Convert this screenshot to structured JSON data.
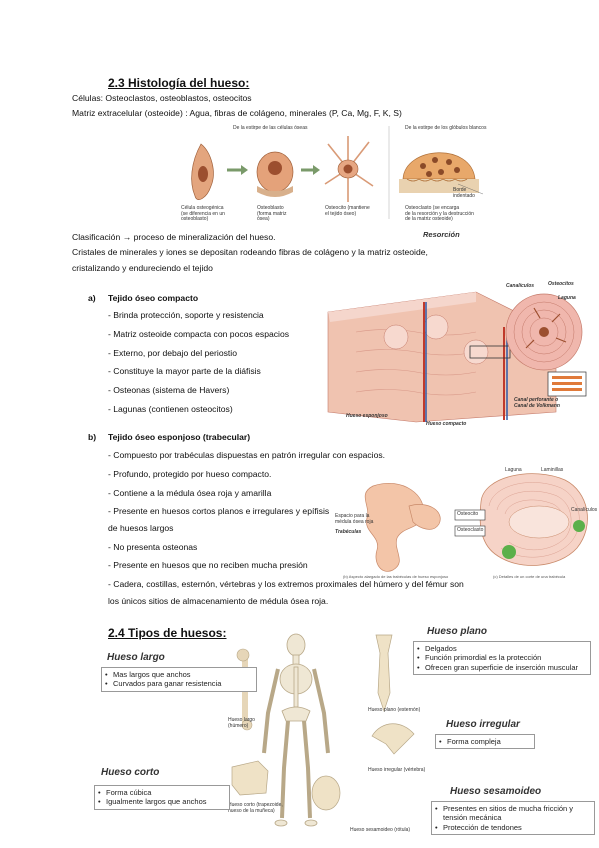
{
  "section_23": {
    "title": "2.3 Histología del hueso:",
    "celulas": "Células: Osteoclastos, osteoblastos, osteocitos",
    "matriz": "Matriz extracelular (osteoide) : Agua, fibras de colágeno, minerales (P, Ca, Mg, F, K, S)",
    "figure_cells": {
      "header_left": "De la estirpe de las células óseas",
      "header_right": "De la estirpe de los glóbulos blancos",
      "cell1": "Célula osteogénica\n(se diferencia en un\nosteoblasto)",
      "cell2": "Osteoblasto\n(forma matriz\nósea)",
      "cell3": "Osteocito (mantiene\nel tejido óseo)",
      "cell4": "Osteoclasto (se encarga\nde la resorción y la destrucción\nde la matriz osteoide)",
      "borde": "Borde\nindentado",
      "resorcion": "Resorción"
    },
    "clasificacion": "Clasificación → proceso de mineralización del hueso.",
    "cristales_1": "Cristales de minerales y iones se depositan rodeando fibras de colágeno y la matriz osteoide,",
    "cristales_2": "cristalizando y endureciendo el tejido"
  },
  "compacto": {
    "heading_marker": "a)",
    "heading": "Tejido óseo compacto",
    "items": [
      "- Brinda protección, soporte y  resistencia",
      "- Matriz osteoide compacta con  pocos espacios",
      "- Externo, por debajo del periostio",
      "- Constituye la mayor parte de la  diáfisis",
      "- Osteonas (sistema de Havers)",
      "- Lagunas (contienen osteocitos)"
    ],
    "fig_labels": {
      "canaliculos": "Canalículos",
      "osteocitos": "Osteocitos",
      "laguna": "Laguna",
      "hueso_esponjoso": "Hueso esponjoso",
      "hueso_compacto": "Hueso compacto",
      "canal": "Canal perforante o\nCanal de Volkmann"
    }
  },
  "esponjoso": {
    "heading_marker": "b)",
    "heading": "Tejido óseo esponjoso (trabecular)",
    "items": [
      "- Compuesto por trabéculas dispuestas en patrón irregular con espacios.",
      "- Profundo, protegido por hueso compacto.",
      "- Contiene a la médula ósea roja y amarilla",
      "- Presente en huesos cortos planos e irregulares y epífisis",
      "de huesos largos",
      "- No presenta osteonas",
      "- Presente en huesos que no reciben mucha presión",
      "- Cadera, costillas, esternón, vértebras y los extremos proximales del húmero y del fémur son",
      "los únicos sitios de almacenamiento de médula ósea roja."
    ],
    "fig_labels": {
      "laguna": "Laguna",
      "laminillas": "Laminillas",
      "canaliculos": "Canalículos",
      "osteocito": "Osteocito",
      "osteoclasto": "Osteoclasto",
      "trabeculas": "Trabéculas",
      "espacio": "Espacio para la\nmédula ósea roja",
      "caption_a": "(b) Aspecto alargado de las trabéculas de hueso esponjoso",
      "caption_b": "(c) Detalles de un corte de una trabécula"
    }
  },
  "section_24": {
    "title": "2.4 Tipos de huesos:",
    "largo": {
      "title": "Hueso largo",
      "items": [
        "Mas largos que anchos",
        "Curvados para ganar resistencia"
      ],
      "fig": "Hueso largo\n(húmero)"
    },
    "plano": {
      "title": "Hueso plano",
      "items": [
        "Delgados",
        "Función primordial es la protección",
        "Ofrecen gran superficie de inserción muscular"
      ],
      "fig": "Hueso plano (esternón)"
    },
    "irregular": {
      "title": "Hueso irregular",
      "items": [
        "Forma compleja"
      ],
      "fig": "Hueso irregular (vértebra)"
    },
    "corto": {
      "title": "Hueso corto",
      "items": [
        "Forma cúbica",
        "Igualmente largos que anchos"
      ],
      "fig": "Hueso corto (trapezoide,\nhueso de la muñeca)"
    },
    "sesamoideo": {
      "title": "Hueso sesamoideo",
      "items": [
        "Presentes en sitios de mucha fricción y tensión mecánica",
        "Protección de tendones"
      ],
      "fig": "Hueso sesamoideo (rótula)"
    }
  }
}
